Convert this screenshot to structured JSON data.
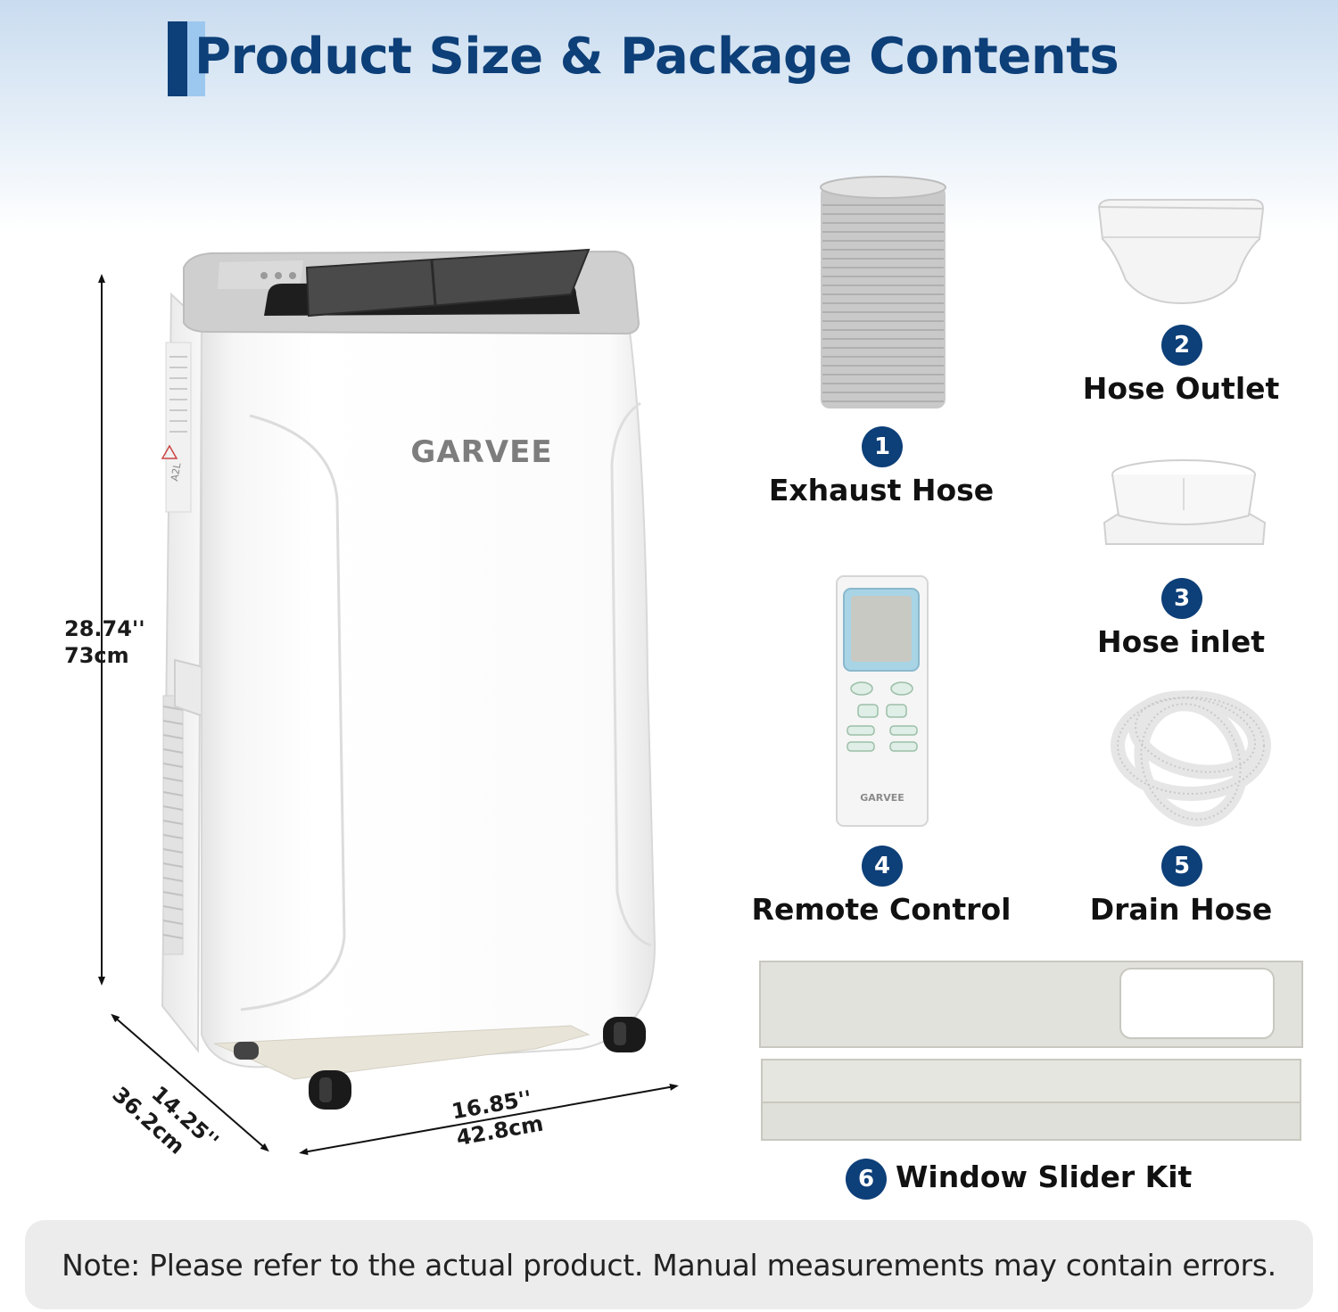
{
  "header": {
    "title": "Product Size & Package Contents"
  },
  "unit": {
    "brand": "GARVEE",
    "side_label": "A2L",
    "dimensions": {
      "height_in": "28.74''",
      "height_cm": "73cm",
      "depth_in": "14.25''",
      "depth_cm": "36.2cm",
      "width_in": "16.85''",
      "width_cm": "42.8cm"
    }
  },
  "contents": [
    {
      "number": "1",
      "label": "Exhaust Hose",
      "icon": "exhaust-hose-icon"
    },
    {
      "number": "2",
      "label": "Hose Outlet",
      "icon": "hose-outlet-icon"
    },
    {
      "number": "3",
      "label": "Hose inlet",
      "icon": "hose-inlet-icon"
    },
    {
      "number": "4",
      "label": "Remote Control",
      "icon": "remote-control-icon",
      "brand": "GARVEE"
    },
    {
      "number": "5",
      "label": "Drain Hose",
      "icon": "drain-hose-icon"
    },
    {
      "number": "6",
      "label": "Window Slider Kit",
      "icon": "window-slider-kit-icon"
    }
  ],
  "note": {
    "text": "Note: Please refer to the actual product. Manual measurements may contain errors."
  },
  "colors": {
    "accent": "#0d3f78",
    "accent_light": "#9cc8ef",
    "note_bg": "#ececec"
  }
}
